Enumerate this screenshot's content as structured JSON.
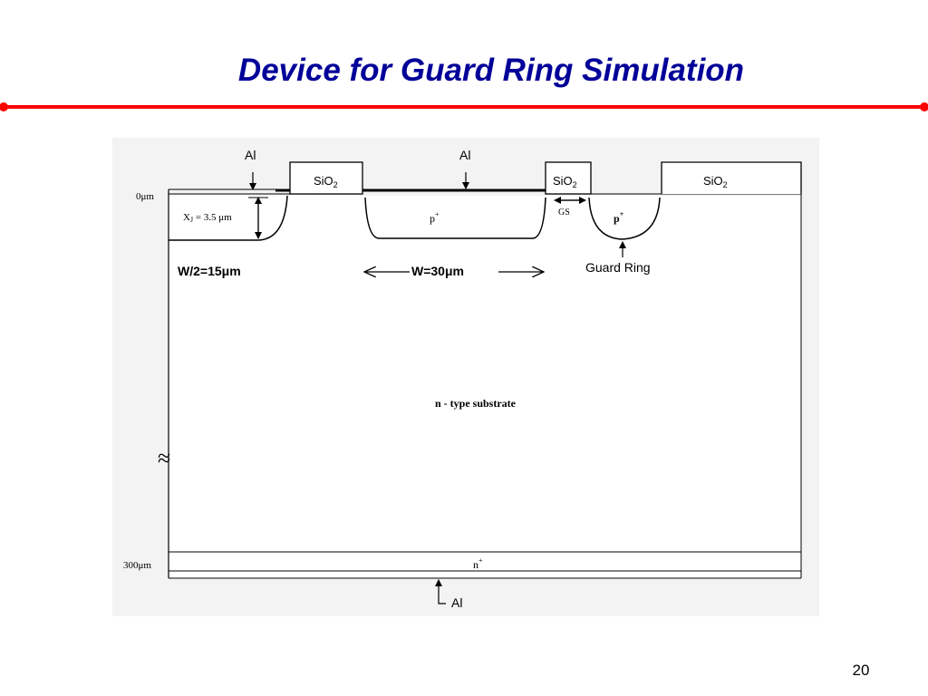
{
  "slide": {
    "title": "Device for Guard Ring Simulation",
    "page_number": "20",
    "accent_color": "#ff0000",
    "title_color": "#000099"
  },
  "diagram": {
    "labels": {
      "al_top_left": "Al",
      "al_top_mid": "Al",
      "al_bottom": "Al",
      "sio2": "SiO",
      "sio2_subscript": "2",
      "depth_0": "0μm",
      "junction_depth": "X",
      "junction_depth_sub": "J",
      "junction_depth_val": " = 3.5 μm",
      "p_plus": "p",
      "plus_superscript": "+",
      "gap_label": "GS",
      "guard_ring": "Guard Ring",
      "half_width": "W/2=15μm",
      "width": "W=30μm",
      "substrate": "n - type substrate",
      "depth_300": "300μm",
      "n_plus": "n",
      "break_symbol": "≈"
    }
  }
}
